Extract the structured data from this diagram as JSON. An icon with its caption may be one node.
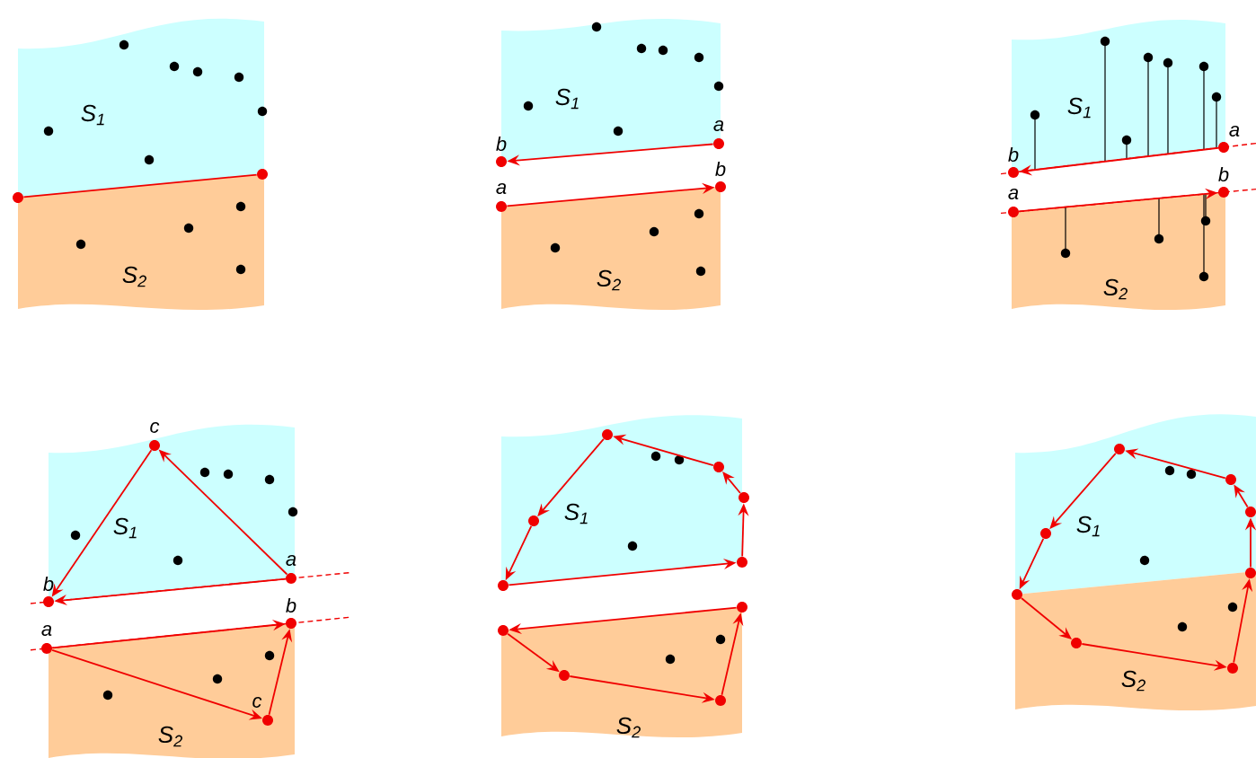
{
  "diagram": {
    "nodes": [
      {
        "text": [],
        "shape": "circle"
      },
      {
        "text": [],
        "shape": "circle"
      },
      {
        "text": [],
        "shape": "circle",
        "beside": [
          "a"
        ]
      },
      {
        "text": [],
        "shape": "circle",
        "beside": [
          "b"
        ]
      },
      {
        "text": [],
        "shape": "circle",
        "beside": [
          "a"
        ]
      },
      {
        "text": [],
        "shape": "circle",
        "beside": [
          "b"
        ]
      },
      {
        "text": [],
        "shape": "circle",
        "beside": [
          "a"
        ]
      },
      {
        "text": [],
        "shape": "circle",
        "beside": [
          "b"
        ]
      },
      {
        "text": [],
        "shape": "circle",
        "beside": [
          "a"
        ]
      },
      {
        "text": [],
        "shape": "circle",
        "beside": [
          "b"
        ]
      },
      {
        "text": [],
        "shape": "circle",
        "beside": [
          "c"
        ]
      },
      {
        "text": [],
        "shape": "circle",
        "beside": [
          "a"
        ]
      },
      {
        "text": [],
        "shape": "circle",
        "beside": [
          "b"
        ]
      },
      {
        "text": [],
        "shape": "circle",
        "beside": [
          "a"
        ]
      },
      {
        "text": [],
        "shape": "circle",
        "beside": [
          "b"
        ]
      },
      {
        "text": [],
        "shape": "circle",
        "beside": [
          "c"
        ]
      },
      {
        "text": [],
        "shape": "circle"
      },
      {
        "text": [],
        "shape": "circle"
      },
      {
        "text": [],
        "shape": "circle"
      },
      {
        "text": [],
        "shape": "circle"
      },
      {
        "text": [],
        "shape": "circle"
      },
      {
        "text": [],
        "shape": "circle"
      },
      {
        "text": [],
        "shape": "circle"
      },
      {
        "text": [],
        "shape": "circle"
      },
      {
        "text": [],
        "shape": "circle"
      },
      {
        "text": [],
        "shape": "circle"
      },
      {
        "text": [],
        "shape": "circle"
      },
      {
        "text": [],
        "shape": "circle"
      },
      {
        "text": [],
        "shape": "circle"
      },
      {
        "text": [],
        "shape": "circle"
      },
      {
        "text": [],
        "shape": "circle"
      },
      {
        "text": [],
        "shape": "circle"
      },
      {
        "text": [],
        "shape": "circle"
      },
      {
        "text": [],
        "shape": "circle"
      }
    ],
    "edges": [
      {
        "from": 0,
        "to": 1,
        "arrow": "none"
      },
      {
        "from": 2,
        "to": 3,
        "arrow": "to"
      },
      {
        "from": 4,
        "to": 5,
        "arrow": "to"
      },
      {
        "from": 6,
        "to": 7,
        "arrow": "to"
      },
      {
        "from": 8,
        "to": 9,
        "arrow": "to"
      },
      {
        "from": 11,
        "to": 10,
        "arrow": "to"
      },
      {
        "from": 10,
        "to": 12,
        "arrow": "to"
      },
      {
        "from": 11,
        "to": 12,
        "arrow": "to"
      },
      {
        "from": 13,
        "to": 14,
        "arrow": "to"
      },
      {
        "from": 13,
        "to": 15,
        "arrow": "to"
      },
      {
        "from": 15,
        "to": 14,
        "arrow": "to"
      },
      {
        "from": 20,
        "to": 18,
        "arrow": "to"
      },
      {
        "from": 18,
        "to": 17,
        "arrow": "to"
      },
      {
        "from": 17,
        "to": 16,
        "arrow": "to"
      },
      {
        "from": 16,
        "to": 19,
        "arrow": "to"
      },
      {
        "from": 19,
        "to": 21,
        "arrow": "to"
      },
      {
        "from": 21,
        "to": 20,
        "arrow": "to"
      },
      {
        "from": 22,
        "to": 23,
        "arrow": "to"
      },
      {
        "from": 23,
        "to": 24,
        "arrow": "to"
      },
      {
        "from": 24,
        "to": 25,
        "arrow": "to"
      },
      {
        "from": 25,
        "to": 22,
        "arrow": "to"
      },
      {
        "from": 30,
        "to": 28,
        "arrow": "to"
      },
      {
        "from": 28,
        "to": 27,
        "arrow": "to"
      },
      {
        "from": 27,
        "to": 26,
        "arrow": "to"
      },
      {
        "from": 26,
        "to": 29,
        "arrow": "to"
      },
      {
        "from": 29,
        "to": 31,
        "arrow": "to"
      },
      {
        "from": 31,
        "to": 32,
        "arrow": "to"
      },
      {
        "from": 32,
        "to": 33,
        "arrow": "to"
      },
      {
        "from": 33,
        "to": 30,
        "arrow": "to"
      }
    ],
    "labels": [
      "S$_{1}$",
      "S$_{2}$",
      "S$_{1}$",
      "S$_{2}$",
      "S$_{1}$",
      "S$_{2}$",
      "S$_{1}$",
      "S$_{2}$",
      "S$_{1}$",
      "S$_{2}$",
      "S$_{1}$",
      "S$_{2}$"
    ]
  }
}
